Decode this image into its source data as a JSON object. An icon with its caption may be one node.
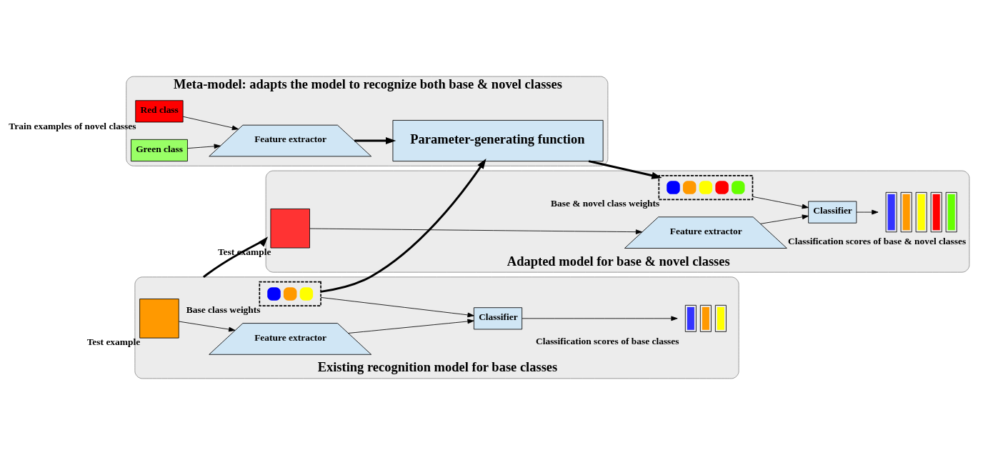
{
  "diagram": {
    "nodes": [
      {
        "text": [
          "Existing recognition model for base classes"
        ]
      },
      {
        "text": [],
        "shape": "box",
        "beside": [
          "Test example"
        ],
        "in": 0
      },
      {
        "text": [
          "Feature extractor"
        ],
        "in": 0
      },
      {
        "text": [
          "Classifier"
        ],
        "in": 0
      },
      {
        "text": [],
        "shape": "picture",
        "beside": [
          "Classification scores of base classes"
        ],
        "in": 0
      },
      {
        "text": [],
        "shape": "box",
        "beside": [
          "Base class weights"
        ],
        "in": 0
      },
      {
        "text": [
          "Adapted model for base & novel classes"
        ]
      },
      {
        "text": [],
        "shape": "box",
        "beside": [
          "Test example"
        ],
        "in": 6
      },
      {
        "text": [
          "Feature extractor"
        ],
        "in": 6
      },
      {
        "text": [
          "Classifier"
        ],
        "in": 6
      },
      {
        "text": [],
        "shape": "picture",
        "beside": [
          "Classification scores of base & novel classes"
        ],
        "in": 6
      },
      {
        "text": [],
        "shape": "box",
        "beside": [
          "Base & novel class weights"
        ],
        "in": 6
      },
      {
        "text": [
          "Meta-model: adapts the model to recognize both base & novel classes"
        ]
      },
      {
        "text": [
          "Red class"
        ],
        "beside": [
          "Train examples of novel classes"
        ],
        "in": 12
      },
      {
        "text": [
          "Green class"
        ],
        "in": 12
      },
      {
        "text": [
          "Feature extractor"
        ],
        "in": 12
      },
      {
        "text": [
          "Parameter-generating function"
        ],
        "in": 12
      }
    ],
    "edges": [
      {
        "from": 1,
        "to": 2,
        "arrow": "to"
      },
      {
        "from": 2,
        "to": 3,
        "arrow": "to"
      },
      {
        "from": 3,
        "to": 4,
        "arrow": "to"
      },
      {
        "from": 5,
        "to": 3,
        "arrow": "to"
      },
      {
        "from": 0,
        "to": 6,
        "arrow": "to",
        "style": "thick"
      },
      {
        "from": 7,
        "to": 8,
        "arrow": "to"
      },
      {
        "from": 8,
        "to": 9,
        "arrow": "to"
      },
      {
        "from": 9,
        "to": 10,
        "arrow": "to"
      },
      {
        "from": 11,
        "to": 9,
        "arrow": "to"
      },
      {
        "from": 13,
        "to": 15,
        "arrow": "to"
      },
      {
        "from": 14,
        "to": 15,
        "arrow": "to"
      },
      {
        "from": 5,
        "to": 16,
        "arrow": "to",
        "style": "thick"
      },
      {
        "from": 15,
        "to": 16,
        "arrow": "to",
        "style": "thick"
      },
      {
        "from": 16,
        "to": 11,
        "arrow": "to",
        "style": "thick"
      }
    ]
  }
}
